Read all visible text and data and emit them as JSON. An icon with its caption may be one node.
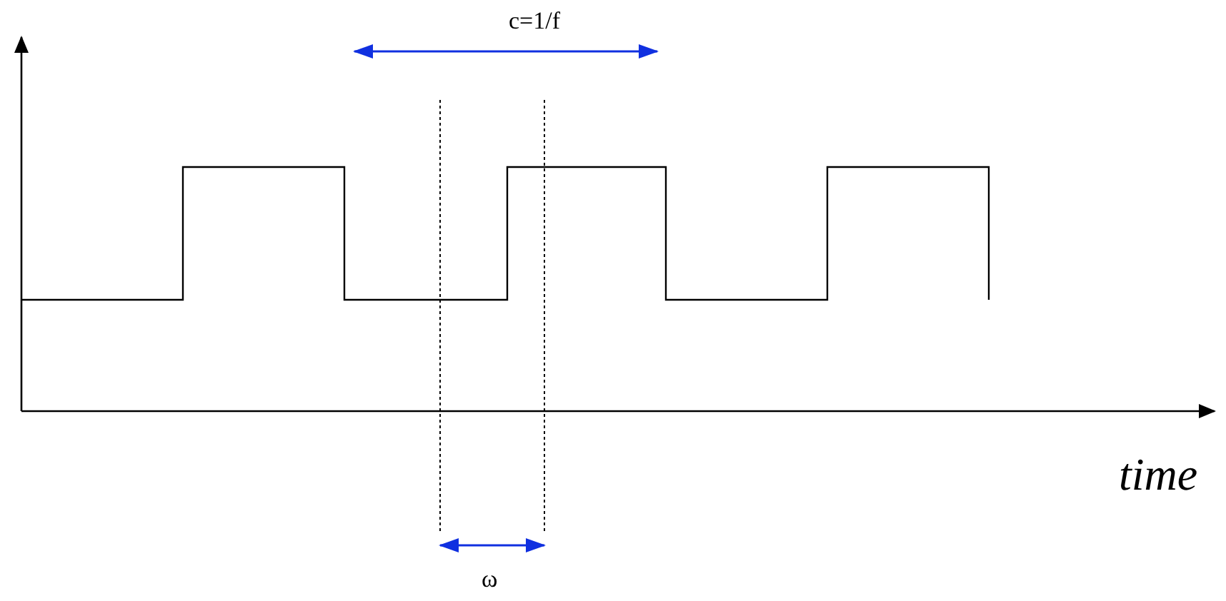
{
  "diagram": {
    "labels": [
      "c=1/f",
      "ω",
      "time"
    ]
  }
}
